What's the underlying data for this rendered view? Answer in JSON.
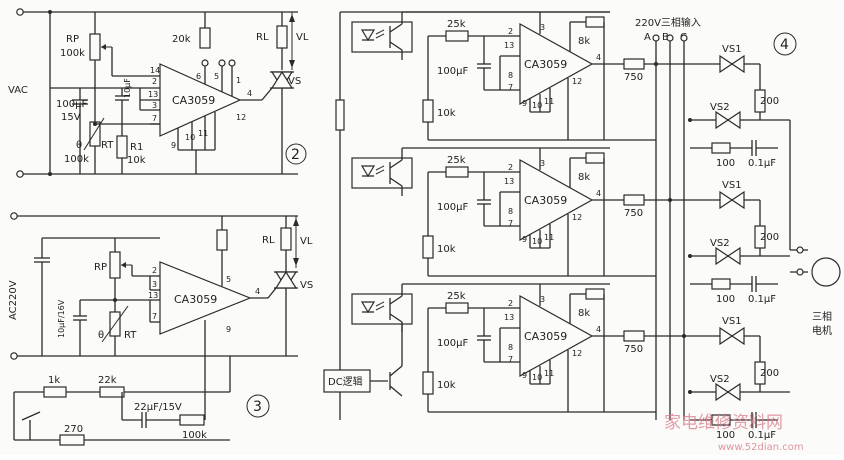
{
  "chip": "CA3059",
  "c2": {
    "vac": "VAC",
    "rp": "RP",
    "rp_val": "100k",
    "cap": "100μF",
    "cap_v": "15V",
    "cap2": "10μF",
    "theta": "θ",
    "rt": "RT",
    "rt_val": "100k",
    "r1": "R1",
    "r1_val": "10k",
    "r20k": "20k",
    "rl": "RL",
    "vl": "VL",
    "vs": "VS",
    "p14": "14",
    "p2": "2",
    "p13": "13",
    "p3": "3",
    "p7": "7",
    "p6": "6",
    "p5": "5",
    "p1": "1",
    "p4": "4",
    "p12": "12",
    "p9": "9",
    "p10": "10",
    "p11": "11",
    "num": "2"
  },
  "c3": {
    "ac": "AC220V",
    "rp": "RP",
    "theta": "θ",
    "rt": "RT",
    "cap": "10μF/16V",
    "rl": "RL",
    "vl": "VL",
    "vs": "VS",
    "r1k": "1k",
    "r22k": "22k",
    "cap22": "22μF/15V",
    "r270": "270",
    "r100k": "100k",
    "p2": "2",
    "p3": "3",
    "p13": "13",
    "p7": "7",
    "p5": "5",
    "p4": "4",
    "p9": "9",
    "num": "3"
  },
  "c4": {
    "title": "220V三相输入",
    "phases": [
      "A",
      "B",
      "C"
    ],
    "num": "4",
    "dc": "DC逻辑",
    "motor": "三相\n电机",
    "motor_l1": "三相",
    "motor_l2": "电机",
    "stages": [
      {
        "r25k": "25k",
        "cap": "100μF",
        "r10k": "10k",
        "r8k": "8k",
        "r750": "750",
        "vs1": "VS1",
        "vs2": "VS2",
        "r200": "200",
        "r100": "100",
        "c01": "0.1μF"
      },
      {
        "r25k": "25k",
        "cap": "100μF",
        "r10k": "10k",
        "r8k": "8k",
        "r750": "750",
        "vs1": "VS1",
        "vs2": "VS2",
        "r200": "200",
        "r100": "100",
        "c01": "0.1μF"
      },
      {
        "r25k": "25k",
        "cap": "100μF",
        "r10k": "10k",
        "r8k": "8k",
        "r750": "750",
        "vs1": "VS1",
        "vs2": "VS2",
        "r200": "200",
        "r100": "100",
        "c01": "0.1μF"
      }
    ],
    "pins": {
      "p2": "2",
      "p3": "3",
      "p13": "13",
      "p8": "8",
      "p7": "7",
      "p4": "4",
      "p12": "12",
      "p9": "9",
      "p10": "10",
      "p11": "11"
    }
  },
  "watermark": {
    "cn": "家电维修资料网",
    "url": "www.52dian.com"
  }
}
